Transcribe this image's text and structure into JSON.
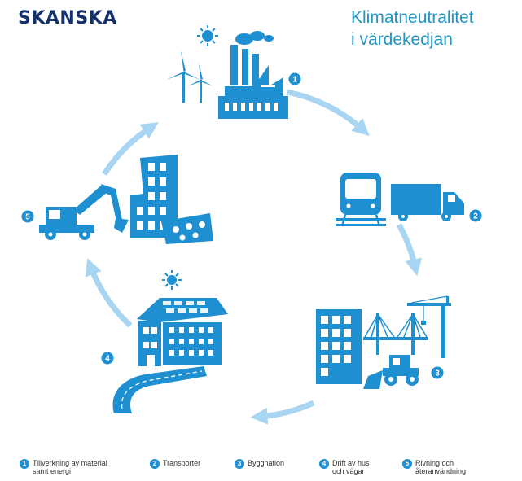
{
  "brand": {
    "logo_text": "SKANSKA"
  },
  "title": {
    "line1": "Klimatneutralitet",
    "line2": "i värdekedjan"
  },
  "stages": [
    {
      "num": "1",
      "icon": "factory-wind-sun-icon"
    },
    {
      "num": "2",
      "icon": "train-truck-icon"
    },
    {
      "num": "3",
      "icon": "construction-crane-bridge-icon"
    },
    {
      "num": "4",
      "icon": "solar-house-road-icon"
    },
    {
      "num": "5",
      "icon": "demolition-recycling-icon"
    }
  ],
  "legend": [
    {
      "num": "1",
      "text": "Tillverkning av material samt energi"
    },
    {
      "num": "2",
      "text": "Transporter"
    },
    {
      "num": "3",
      "text": "Byggnation"
    },
    {
      "num": "4",
      "text": "Drift av hus och vägar"
    },
    {
      "num": "5",
      "text": "Rivning och återanvändning"
    }
  ],
  "colors": {
    "primary": "#1e8fd0",
    "arrow": "#a8d5f1",
    "logo": "#15316b",
    "title": "#2196c4"
  }
}
